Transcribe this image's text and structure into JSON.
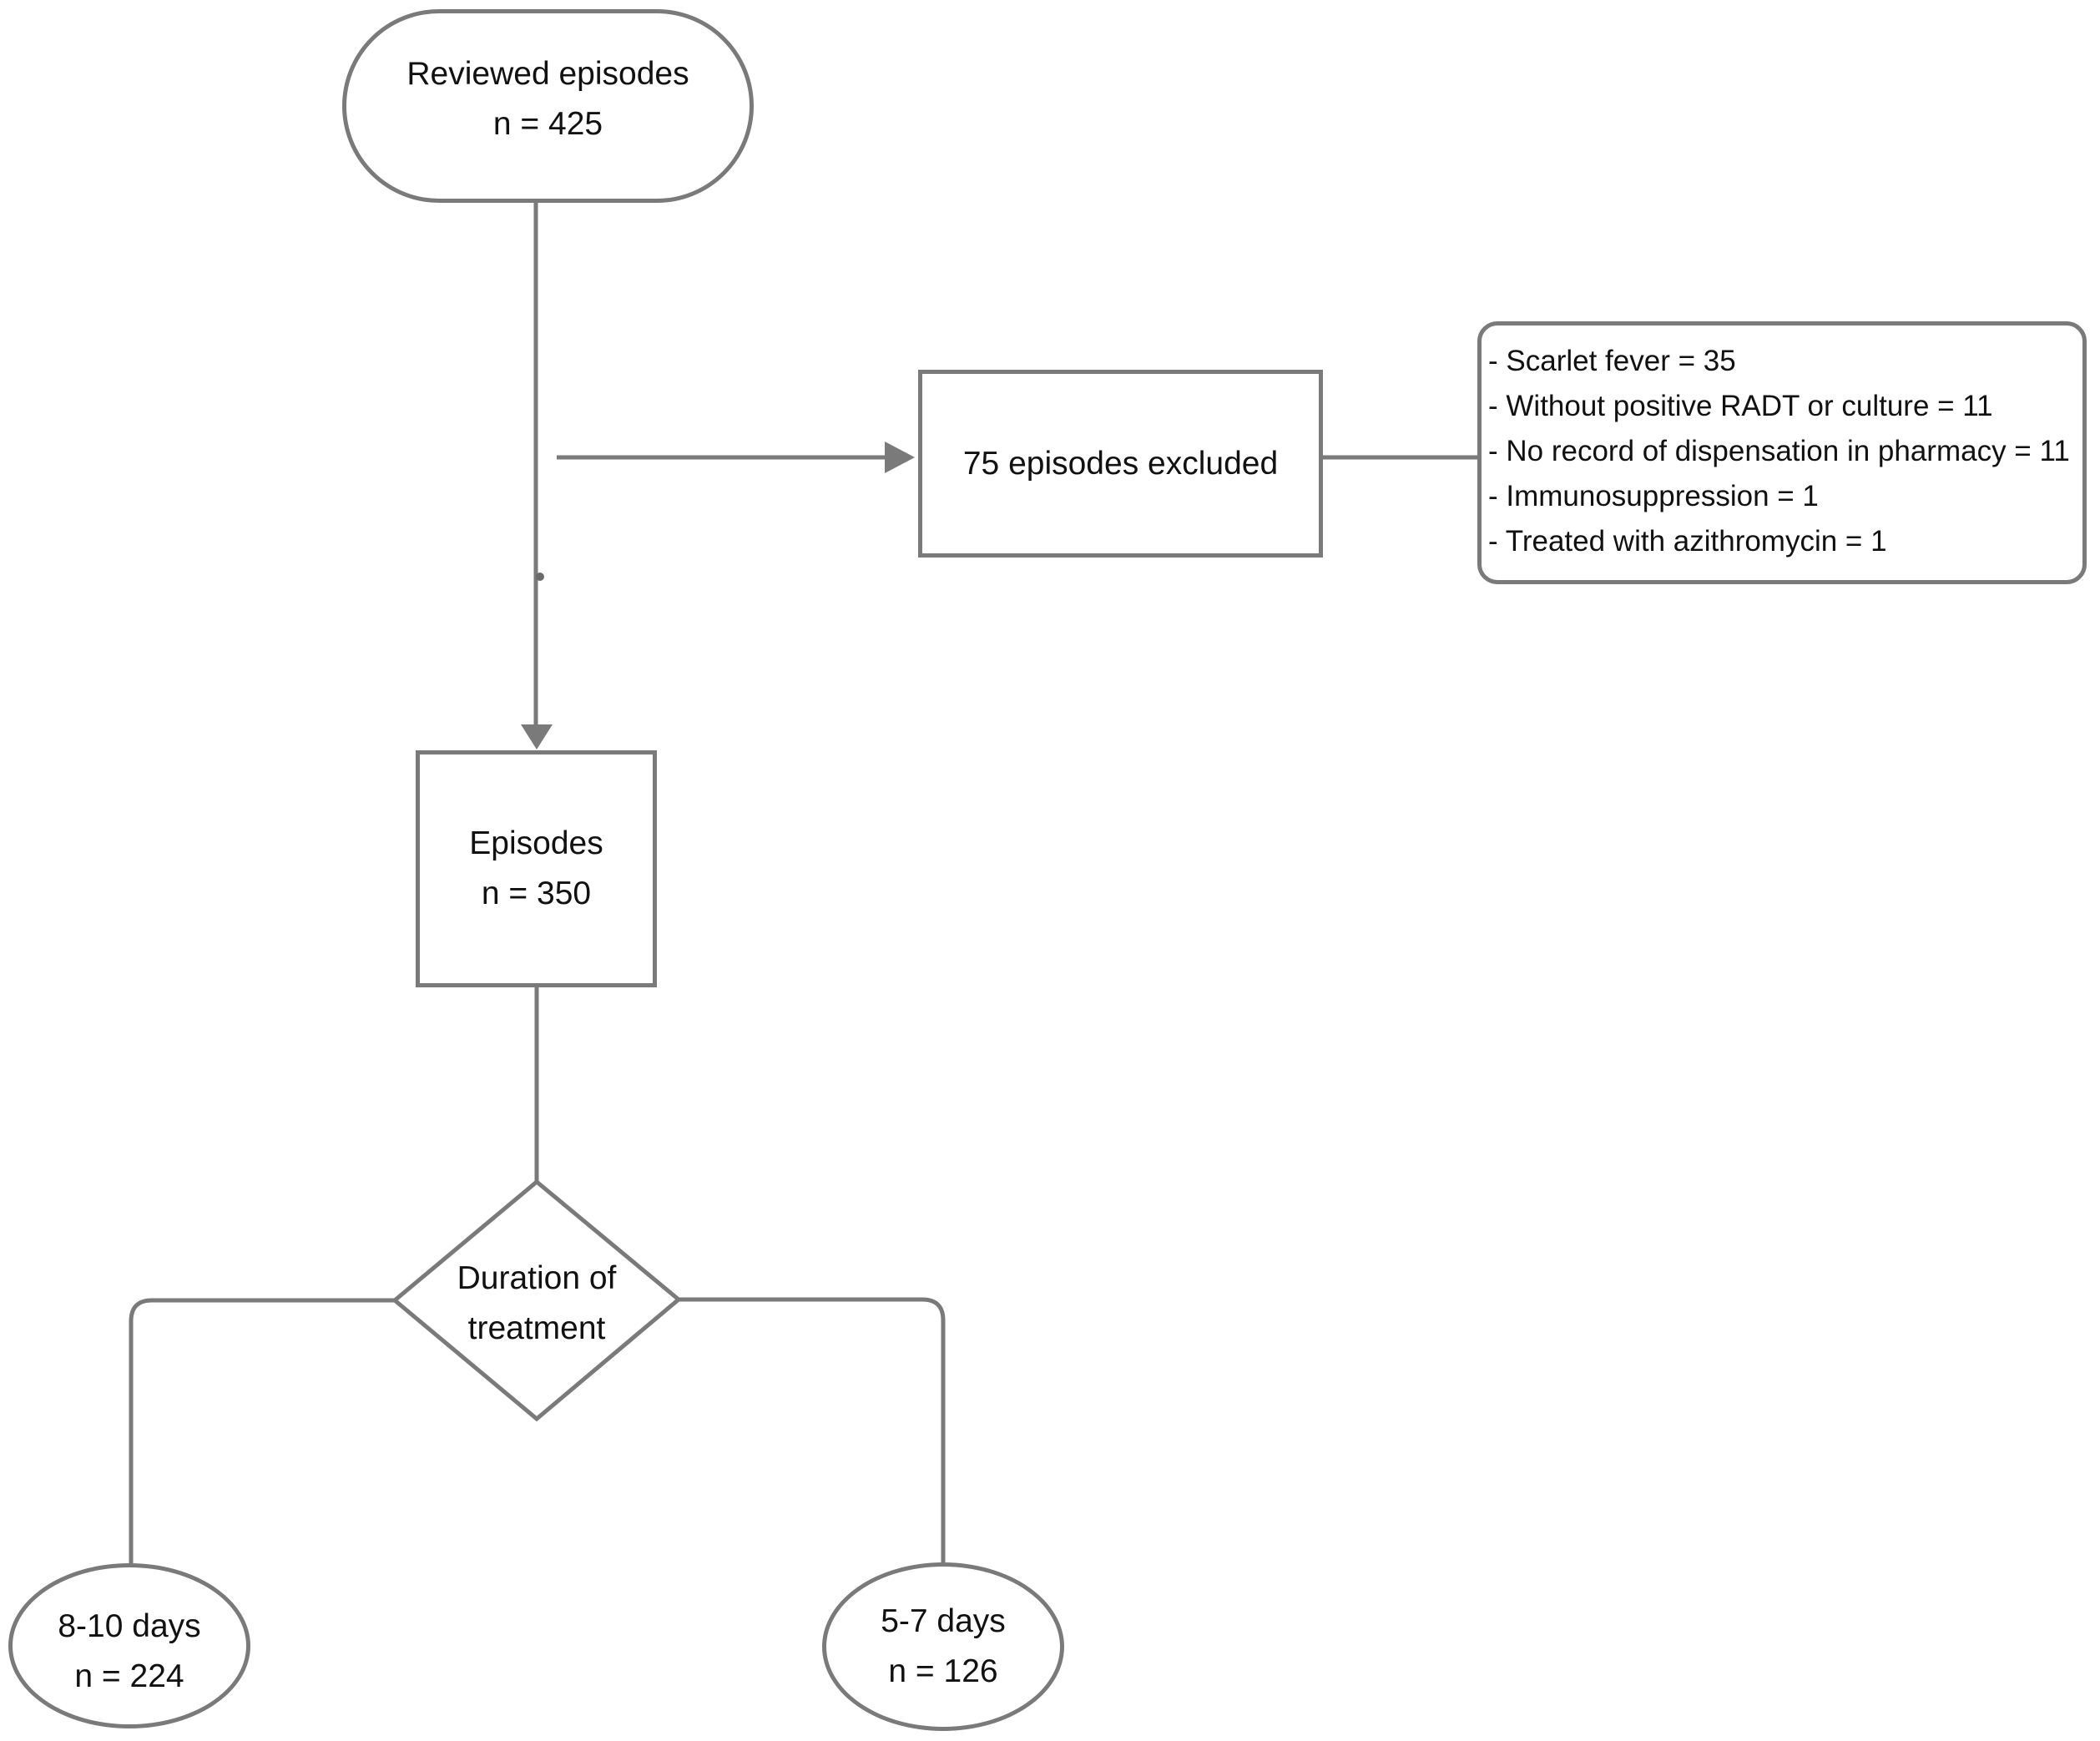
{
  "figure": {
    "reviewed": {
      "line1": "Reviewed episodes",
      "line2": "n = 425"
    },
    "excluded_box": {
      "label": "75 episodes excluded"
    },
    "exclusions": {
      "items": [
        "- Scarlet fever = 35",
        "- Without positive RADT or culture = 11",
        "- No record of dispensation in pharmacy = 11",
        "- Immunosuppression = 1",
        "- Treated with azithromycin = 1"
      ]
    },
    "episodes": {
      "line1": "Episodes",
      "line2": "n = 350"
    },
    "decision": {
      "line1": "Duration of",
      "line2": "treatment"
    },
    "branch_left": {
      "line1": "8-10 days",
      "line2": "n = 224"
    },
    "branch_right": {
      "line1": "5-7 days",
      "line2": "n = 126"
    },
    "colors": {
      "line": "#7a7a7a",
      "text": "#111111",
      "background": "#ffffff"
    }
  }
}
